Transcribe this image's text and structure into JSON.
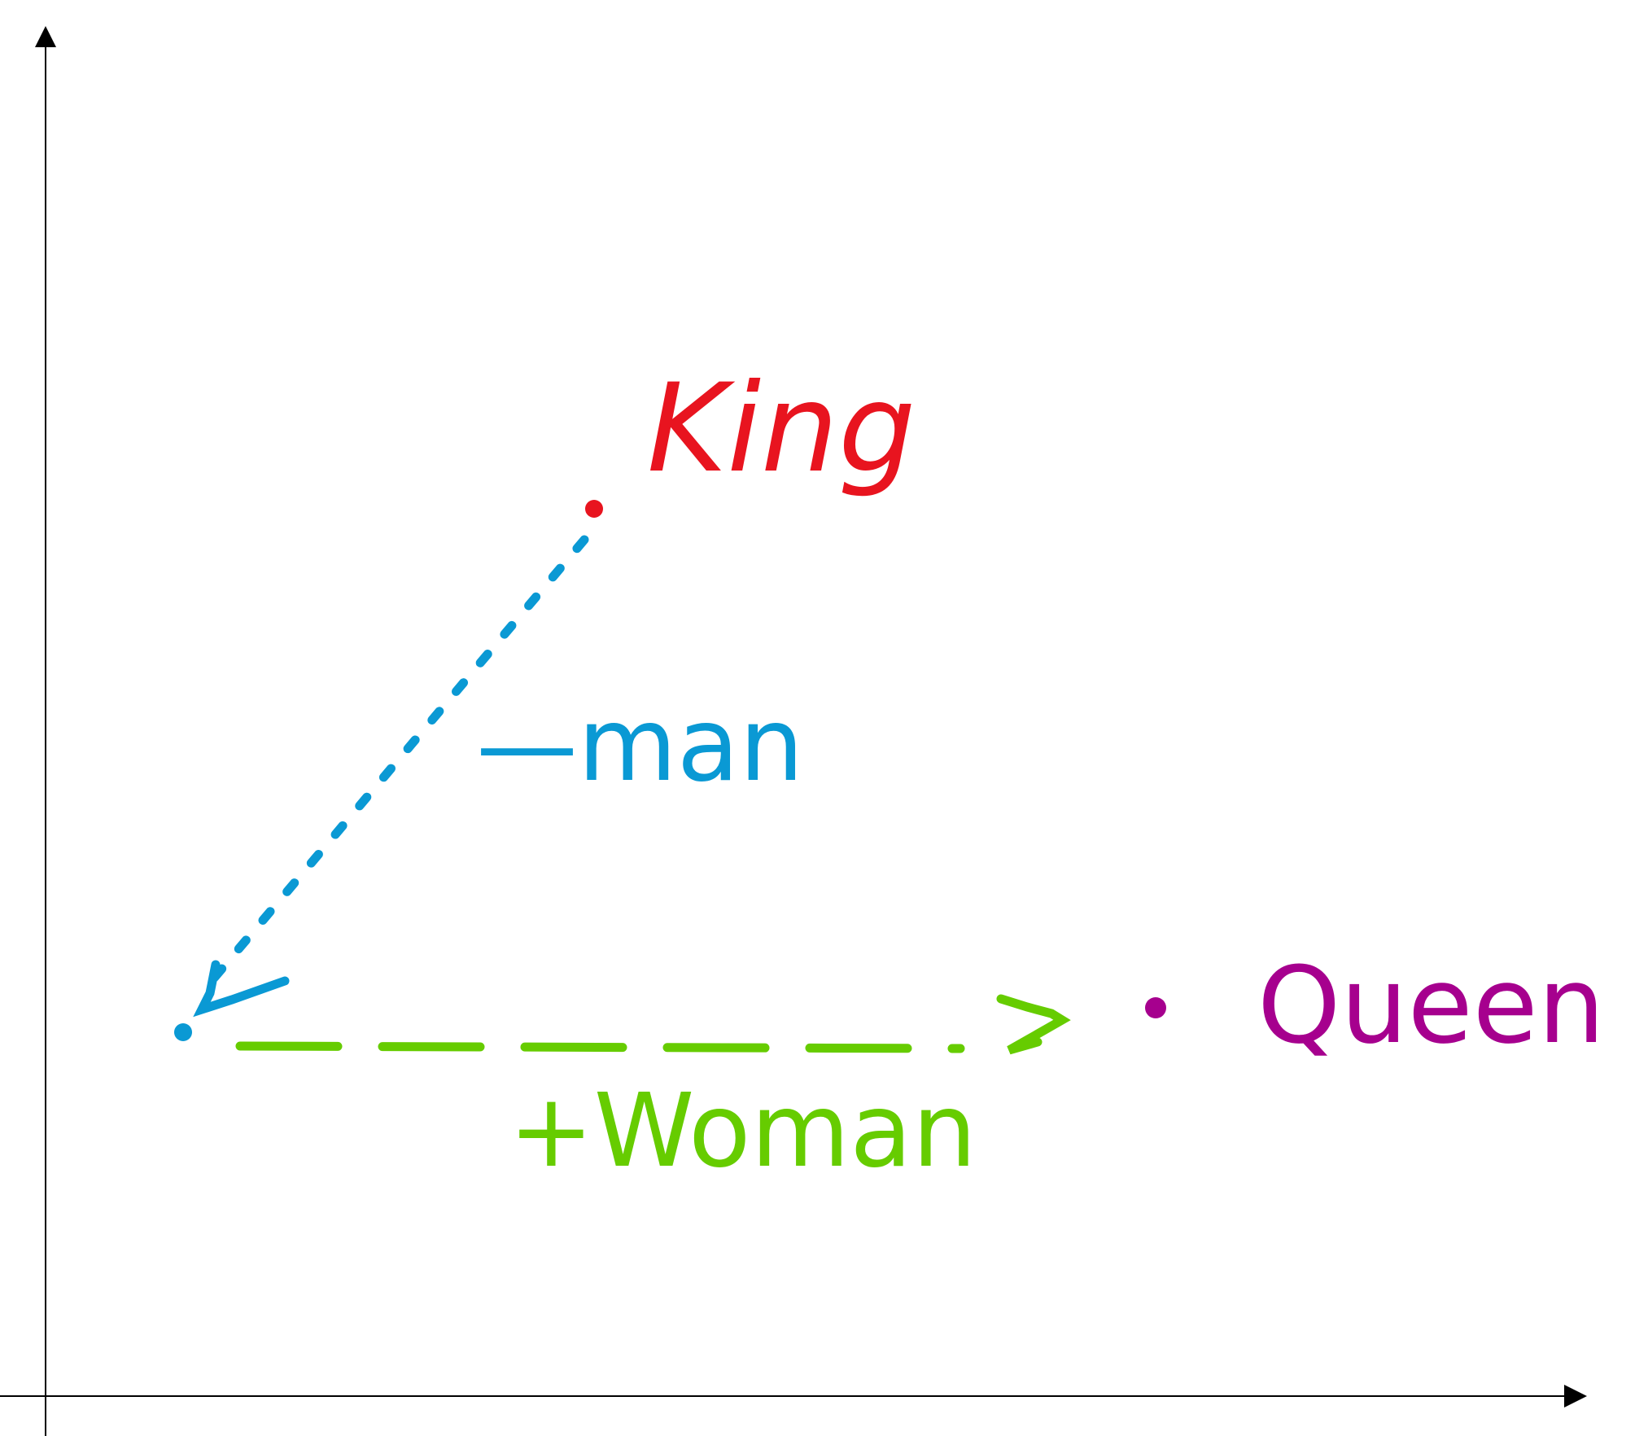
{
  "diagram": {
    "labels": {
      "king": "King",
      "queen": "Queen",
      "minus_man": "—man",
      "plus_woman": "+Woman"
    },
    "colors": {
      "king": "#e8141f",
      "queen": "#a6008e",
      "man": "#0a99d4",
      "woman": "#66cc00",
      "axes": "#000000"
    }
  }
}
